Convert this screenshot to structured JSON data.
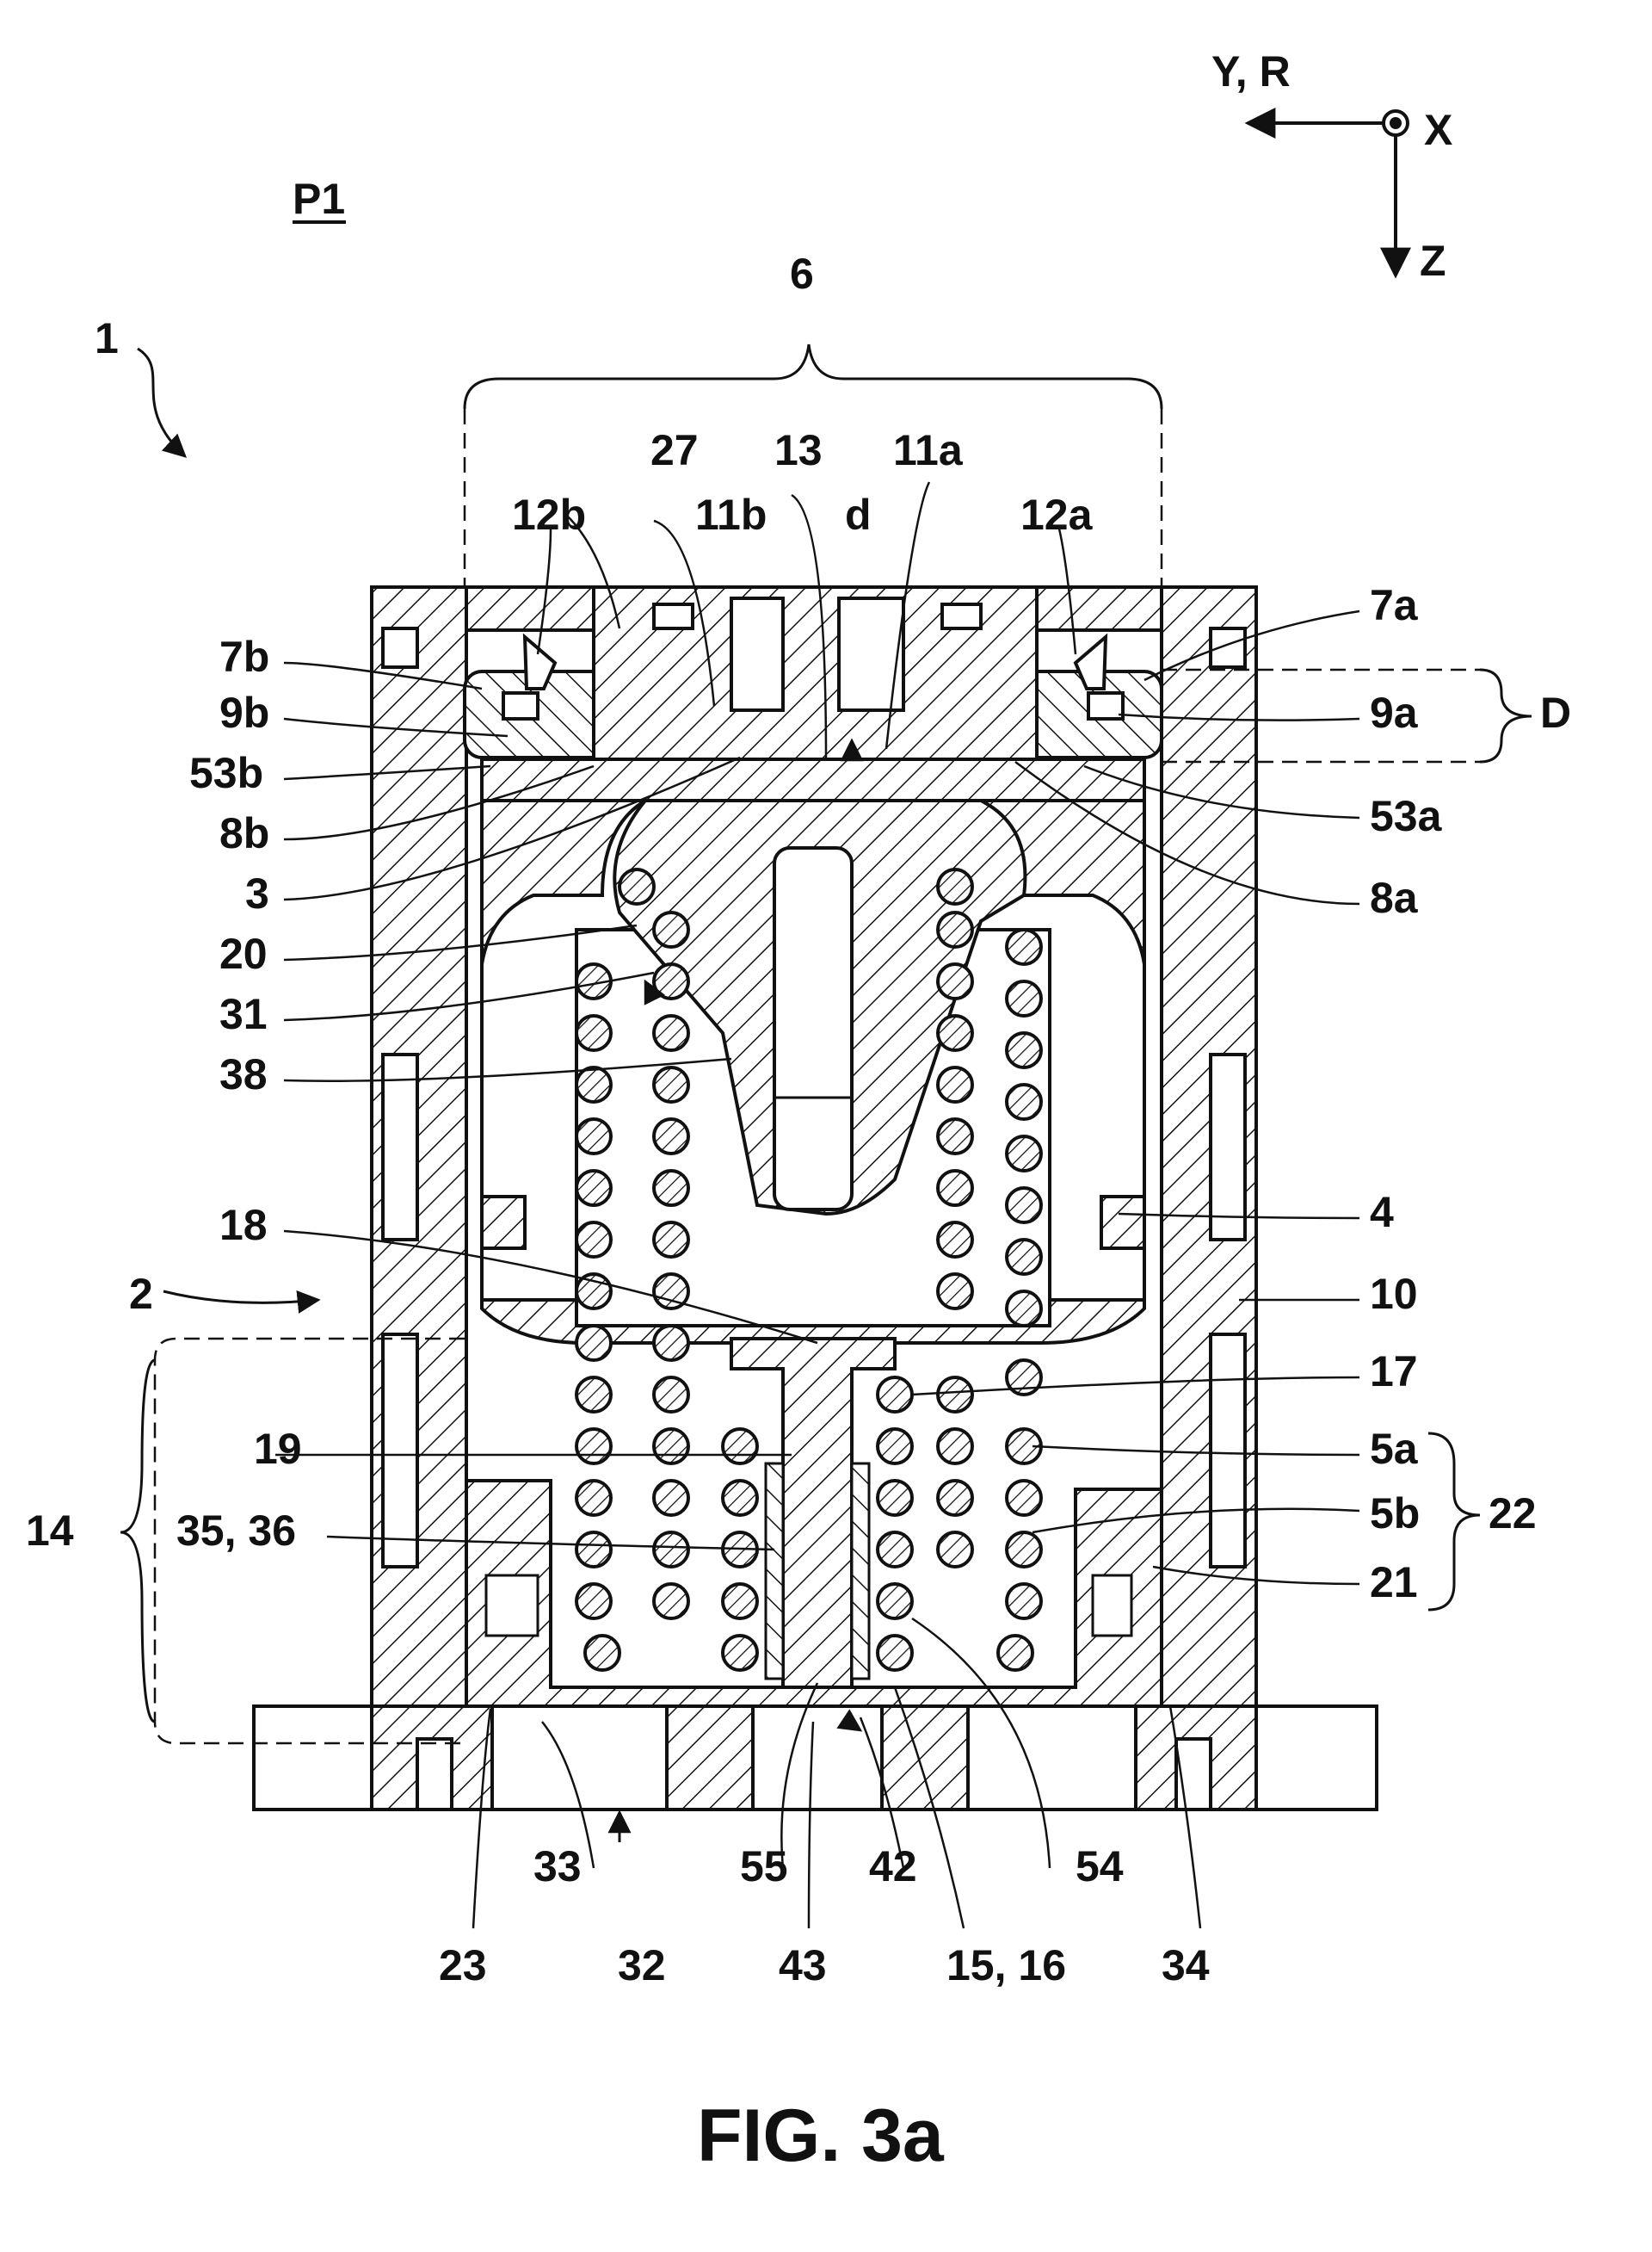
{
  "figure": {
    "sheet_label": "P1",
    "caption": "FIG. 3a",
    "axes": {
      "horizontal": "Y, R",
      "out_of_plane": "X",
      "vertical": "Z"
    },
    "bracket_labels": {
      "top": "6",
      "right": "D",
      "right_lower": "22",
      "left": "14"
    },
    "labels": {
      "n1": "1",
      "n2": "2",
      "n3": "3",
      "n4": "4",
      "n5a": "5a",
      "n5b": "5b",
      "n7a": "7a",
      "n7b": "7b",
      "n8a": "8a",
      "n8b": "8b",
      "n9a": "9a",
      "n9b": "9b",
      "n10": "10",
      "n11a": "11a",
      "n11b": "11b",
      "n12a": "12a",
      "n12b": "12b",
      "n13": "13",
      "n17": "17",
      "n18": "18",
      "n19": "19",
      "n20": "20",
      "n21": "21",
      "n23": "23",
      "n27": "27",
      "n31": "31",
      "n32": "32",
      "n33": "33",
      "n34": "34",
      "n35_36": "35, 36",
      "n38": "38",
      "n42": "42",
      "n43": "43",
      "n53a": "53a",
      "n53b": "53b",
      "n54": "54",
      "n55": "55",
      "n15_16": "15, 16",
      "nd": "d"
    },
    "colors": {
      "line": "#111111",
      "hatch": "#111111",
      "background": "#ffffff"
    }
  }
}
